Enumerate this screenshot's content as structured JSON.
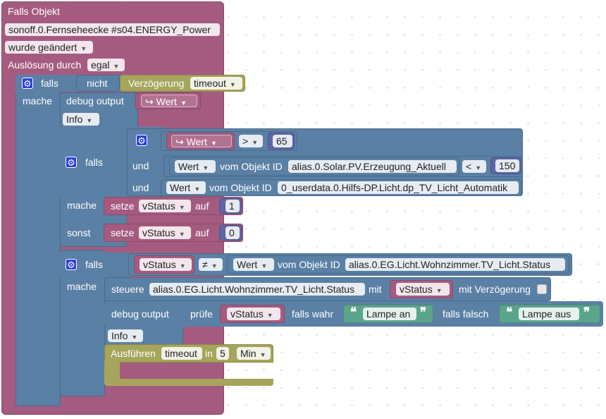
{
  "colors": {
    "trigger": "#a55b80",
    "control": "#5b80a5",
    "variable": "#a55b80",
    "timeout": "#a5a55b",
    "text": "#5ba58c",
    "math": "#5b67a5"
  },
  "trigger": {
    "title": "Falls Objekt",
    "object_id": "sonoff.0.Fernseheecke #s04.ENERGY_Power",
    "condition": "wurde geändert",
    "trigger_by_label": "Auslösung durch",
    "trigger_by_value": "egal"
  },
  "outer_if": {
    "keyword_if": "falls",
    "keyword_not": "nicht",
    "timeout_check_label": "Verzögerung",
    "timeout_name": "timeout",
    "keyword_do": "mache"
  },
  "debug1": {
    "label": "debug output",
    "value_icon": "return-arrow-icon",
    "value": "Wert",
    "level": "Info"
  },
  "inner_if1": {
    "keyword_if": "falls",
    "cond1": {
      "var": "Wert",
      "op": ">",
      "num": "65"
    },
    "and_label1": "und",
    "cond2": {
      "attr": "Wert",
      "from_label": "vom Objekt ID",
      "object_id": "alias.0.Solar.PV.Erzeugung_Aktuell",
      "op": "<",
      "num": "150"
    },
    "and_label2": "und",
    "cond3": {
      "attr": "Wert",
      "from_label": "vom Objekt ID",
      "object_id": "0_userdata.0.Hilfs-DP.Licht.dp_TV_Licht_Automatik"
    },
    "keyword_do": "mache",
    "set1": {
      "label": "setze",
      "var": "vStatus",
      "to": "auf",
      "num": "1"
    },
    "keyword_else": "sonst",
    "set2": {
      "label": "setze",
      "var": "vStatus",
      "to": "auf",
      "num": "0"
    }
  },
  "inner_if2": {
    "keyword_if": "falls",
    "compare": {
      "var": "vStatus",
      "op": "≠",
      "attr": "Wert",
      "from_label": "vom Objekt ID",
      "object_id": "alias.0.EG.Licht.Wohnzimmer.TV_Licht.Status"
    },
    "keyword_do": "mache",
    "control": {
      "label": "steuere",
      "object_id": "alias.0.EG.Licht.Wohnzimmer.TV_Licht.Status",
      "with_label": "mit",
      "var": "vStatus",
      "delay_label": "mit Verzögerung"
    },
    "debug2": {
      "label": "debug output",
      "check_label": "prüfe",
      "var": "vStatus",
      "true_label": "falls wahr",
      "true_text": "Lampe an",
      "false_label": "falls falsch",
      "false_text": "Lampe aus",
      "level": "Info"
    },
    "run": {
      "label": "Ausführen",
      "timeout_name": "timeout",
      "in_label": "in",
      "amount": "5",
      "unit": "Min"
    }
  }
}
